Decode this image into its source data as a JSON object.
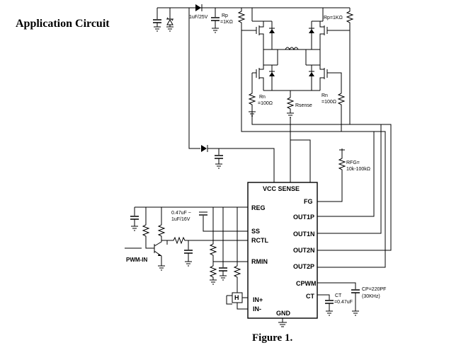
{
  "title": "Application Circuit",
  "caption": "Figure 1.",
  "ic": {
    "top_label": "VCC SENSE",
    "pins_left": {
      "reg": "REG",
      "ss": "SS",
      "rctl": "RCTL",
      "rmin": "RMIN",
      "in_plus": "IN+",
      "in_minus": "IN-"
    },
    "pins_right": {
      "fg": "FG",
      "out1p": "OUT1P",
      "out1n": "OUT1N",
      "out2n": "OUT2N",
      "out2p": "OUT2P",
      "cpwm": "CPWM",
      "ct": "CT"
    },
    "bottom_label": "GND"
  },
  "components": {
    "c_supply": "1uF/25V",
    "rp_left_name": "Rp",
    "rp_left_value": "=1KΩ",
    "rp_right": "Rp=1KΩ",
    "rn_left_name": "Rn",
    "rn_left_value": "=100Ω",
    "rn_right_name": "Rn",
    "rn_right_value": "=100Ω",
    "rsense": "Rsense",
    "rfg_name": "RFG=",
    "rfg_value": "10k-100kΩ",
    "c_ss_line1": "0.47uF ~",
    "c_ss_line2": "1uF/16V",
    "ct_name": "CT",
    "ct_value": "=0.47uF",
    "cp_value": "CP=220PF",
    "cp_freq": "(30KHz)",
    "pwm_in": "PWM-IN",
    "hall": "H"
  }
}
